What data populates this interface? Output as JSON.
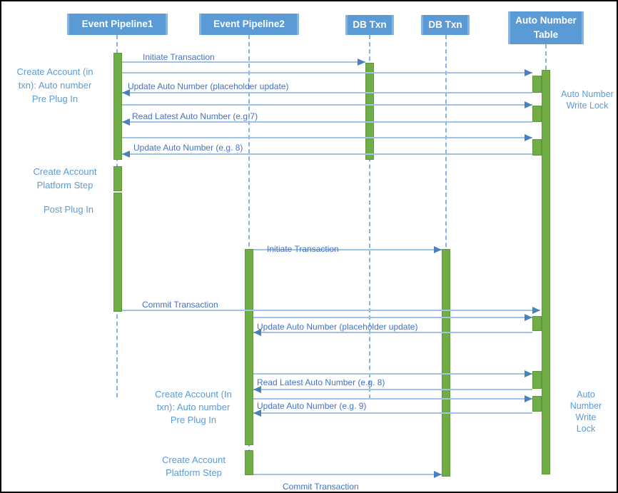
{
  "actors": {
    "pipeline1": "Event Pipeline1",
    "pipeline2": "Event Pipeline2",
    "dbtxn1": "DB Txn",
    "dbtxn2": "DB Txn",
    "table": "Auto Number\nTable"
  },
  "messages": {
    "seq1_initiate": "Initiate Transaction",
    "seq1_update_placeholder": "Update Auto Number (placeholder update)",
    "seq1_read_latest": "Read Latest Auto Number (e.g.7)",
    "seq1_update_8": "Update Auto Number (e.g. 8)",
    "seq1_commit": "Commit Transaction",
    "seq2_initiate": "Initiate Transaction",
    "seq2_update_placeholder": "Update Auto Number (placeholder update)",
    "seq2_read_latest": "Read Latest Auto Number (e.g. 8)",
    "seq2_update_9": "Update Auto Number (e.g. 9)",
    "seq2_commit": "Commit Transaction"
  },
  "annotations": {
    "seq1_pre_plugin": "Create Account (in\ntxn): Auto number\nPre Plug In",
    "seq1_platform_step": "Create Account\nPlatform Step",
    "seq1_post_plugin": "Post Plug In",
    "seq2_pre_plugin": "Create Account (In\ntxn): Auto number\nPre Plug In",
    "seq2_platform_step": "Create Account\nPlatform Step",
    "lock1": "Auto Number\nWrite Lock",
    "lock2": "Auto\nNumber\nWrite\nLock"
  },
  "colors": {
    "header-fill": "#5B9BD5",
    "header-text": "#FFFFFF",
    "activation-green": "#70AD47",
    "activation-border": "#5F9639",
    "line-blue": "#9DC3E6",
    "arrow-blue": "#4A81BD",
    "label-blue": "#4472C4",
    "annotation-blue": "#5B9BD5",
    "lifeline-blue": "#85B3DF",
    "frame-border": "#000000"
  }
}
